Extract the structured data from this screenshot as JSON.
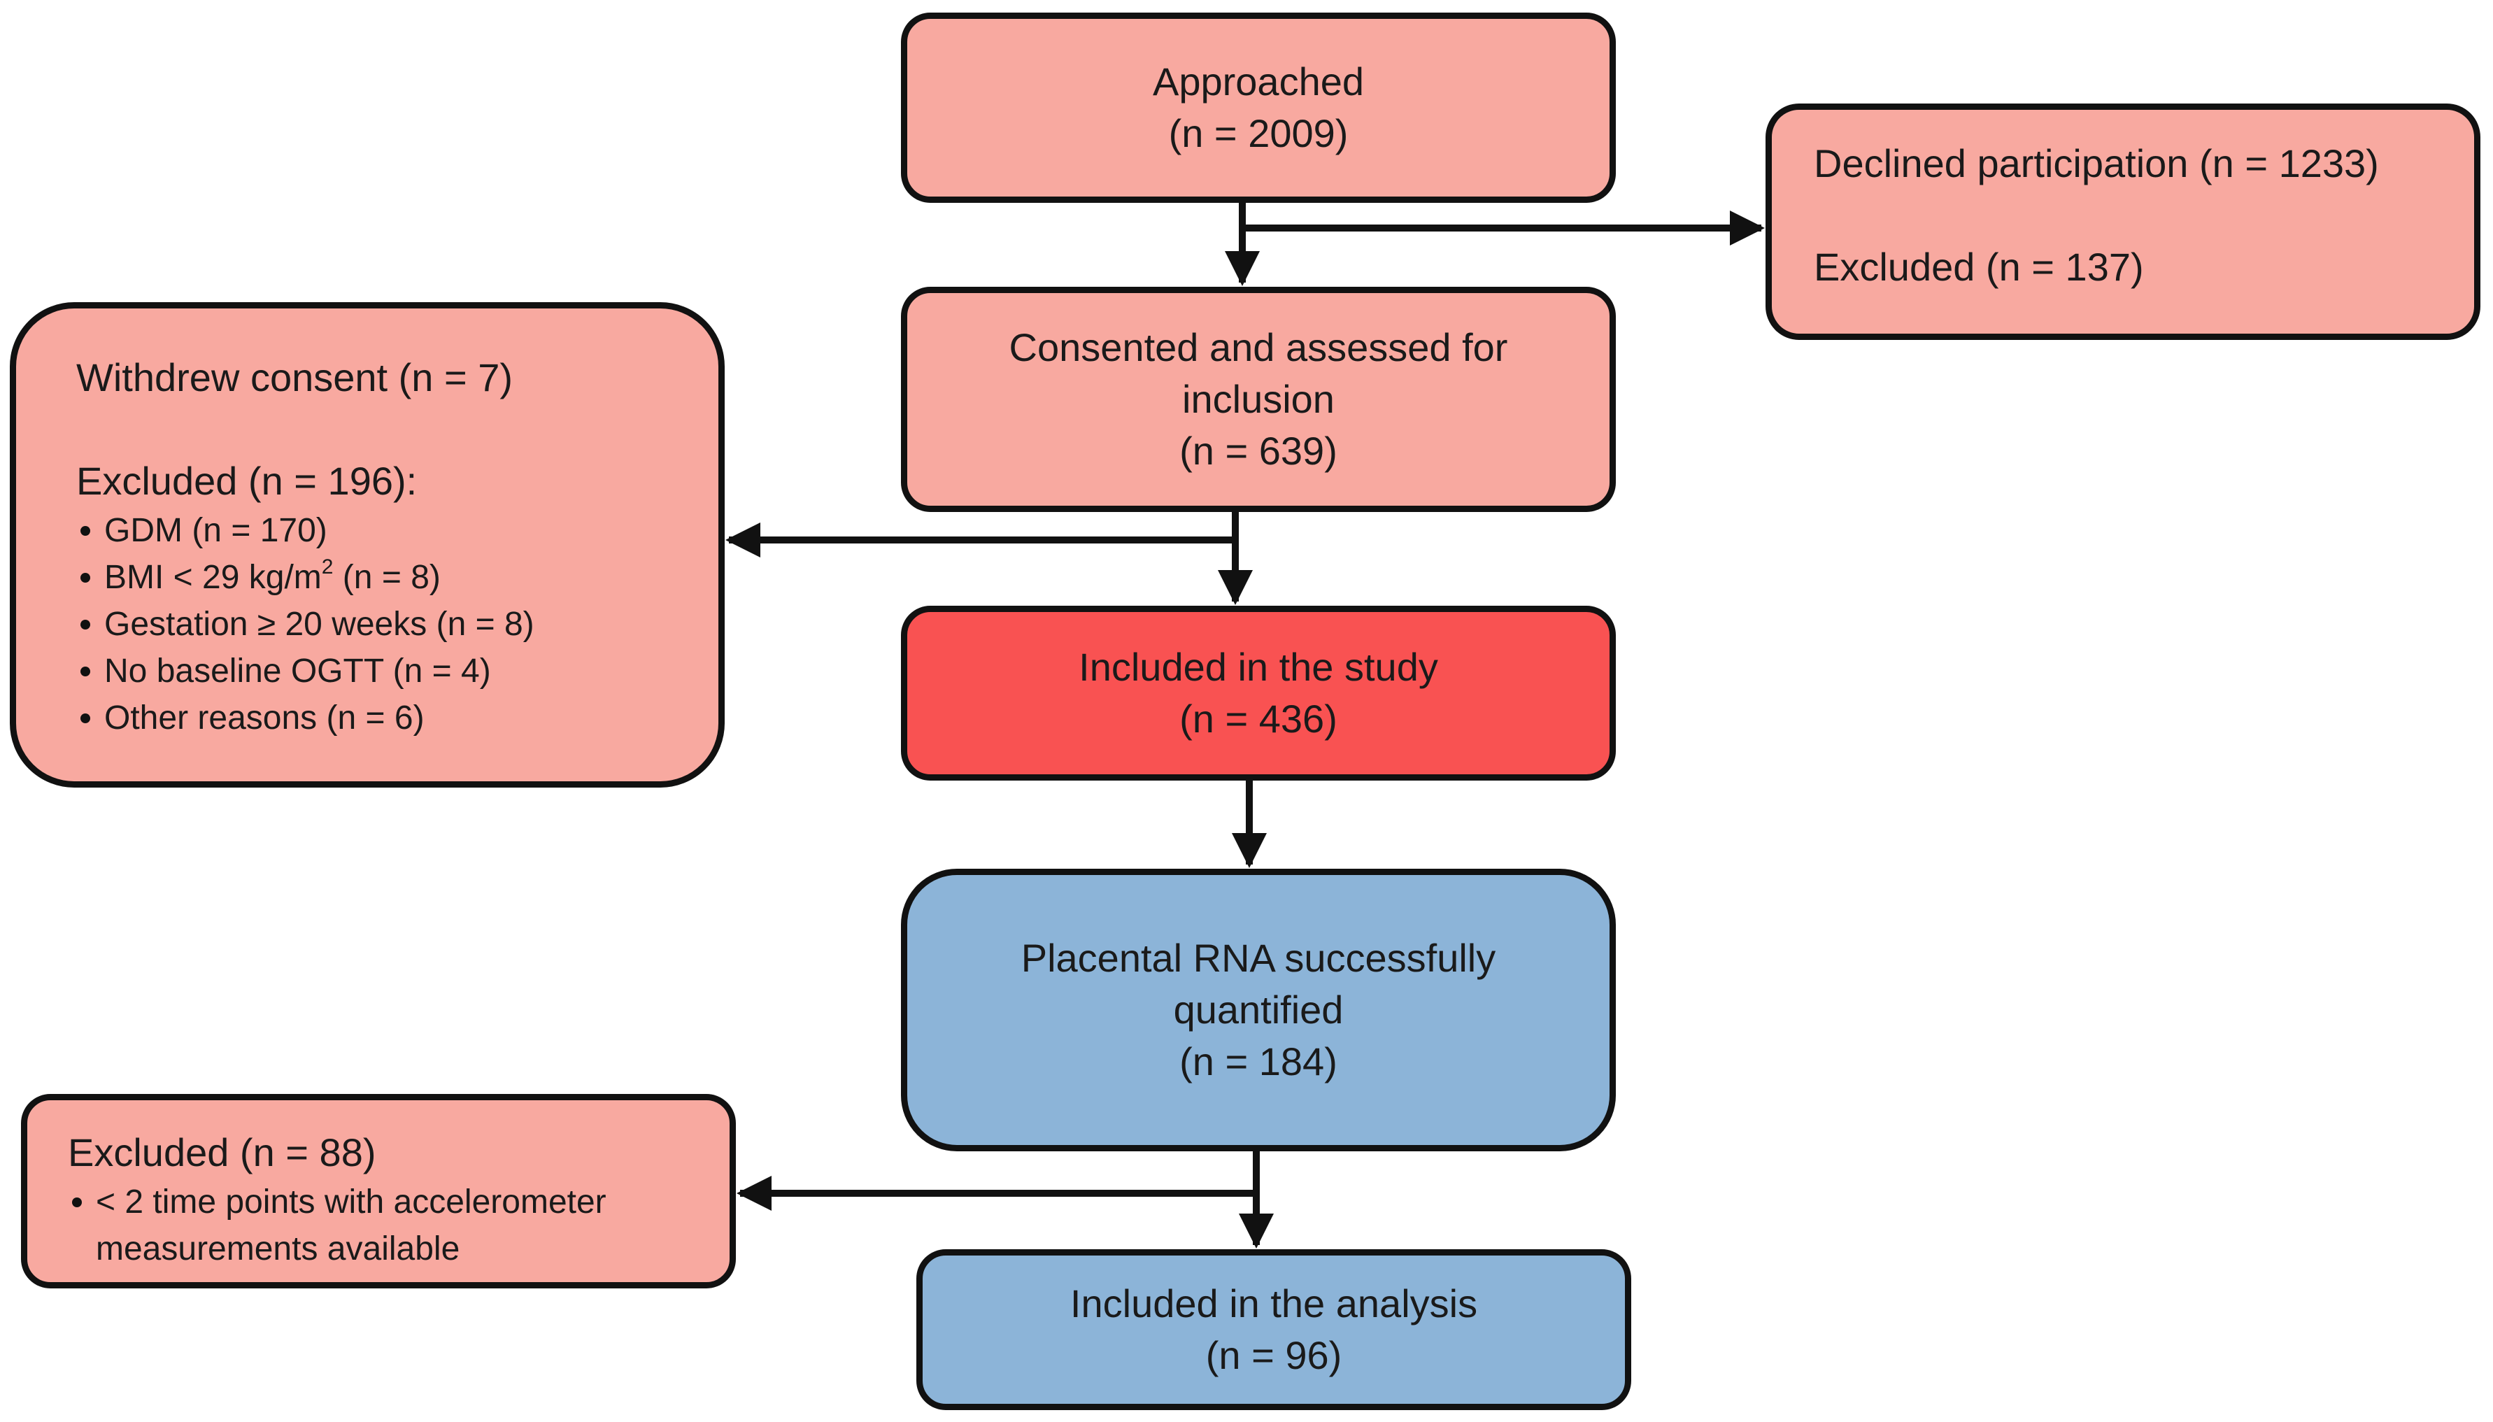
{
  "approached": {
    "title": "Approached",
    "count": "(n = 2009)"
  },
  "declined": {
    "line1": "Declined participation (n = 1233)",
    "line2": "Excluded (n = 137)"
  },
  "consented": {
    "line1": "Consented and assessed for",
    "line2": "inclusion",
    "count": "(n = 639)"
  },
  "withdrew": {
    "title": "Withdrew consent (n = 7)",
    "excluded_title": "Excluded (n = 196):",
    "reasons": {
      "gdm": "GDM (n = 170)",
      "bmi_pre": "BMI < 29 kg/m",
      "bmi_sup": "2",
      "bmi_post": " (n = 8)",
      "gestation": "Gestation ≥ 20 weeks (n = 8)",
      "ogtt": "No baseline OGTT (n = 4)",
      "other": "Other reasons (n = 6)"
    }
  },
  "included_study": {
    "title": "Included in the study",
    "count": "(n = 436)"
  },
  "placental": {
    "line1": "Placental RNA successfully",
    "line2": "quantified",
    "count": "(n = 184)"
  },
  "excluded_88": {
    "title": "Excluded (n = 88)",
    "reason_line1": "< 2 time points with accelerometer",
    "reason_line2": "measurements available"
  },
  "included_analysis": {
    "title": "Included in the analysis",
    "count": "(n = 96)"
  },
  "colors": {
    "box_excluded": "#f8a9a0",
    "box_included": "#f95252",
    "box_analysis": "#8cb4d8",
    "stroke": "#111111"
  }
}
